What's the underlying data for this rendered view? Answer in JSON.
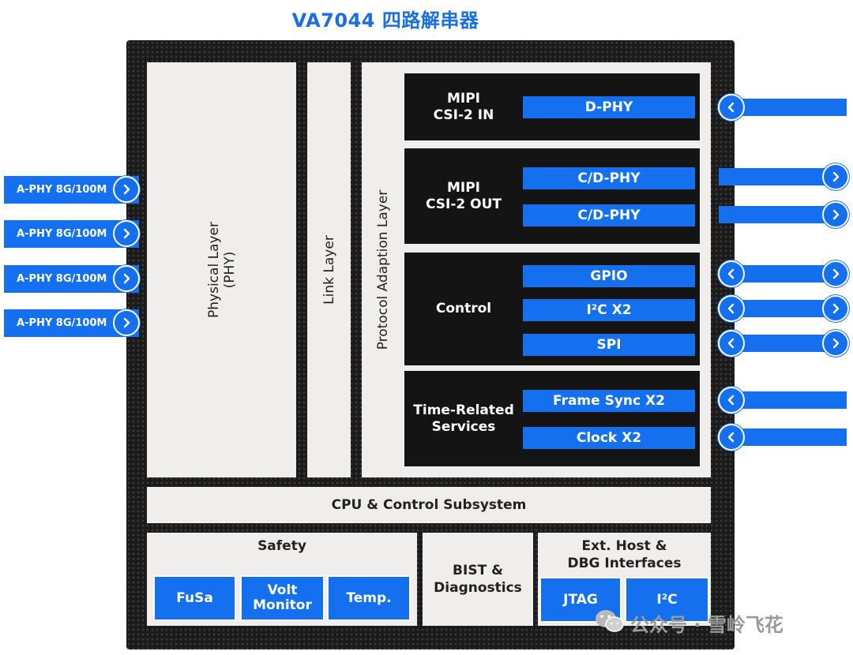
{
  "title": "VA7044 四路解串器",
  "layers": {
    "phy": "Physical Layer\n(PHY)",
    "link": "Link Layer",
    "protocol": "Protocol Adaption Layer"
  },
  "blocks": {
    "csi_in": {
      "label": "MIPI\nCSI-2 IN",
      "buttons": [
        "D-PHY"
      ]
    },
    "csi_out": {
      "label": "MIPI\nCSI-2 OUT",
      "buttons": [
        "C/D-PHY",
        "C/D-PHY"
      ]
    },
    "control": {
      "label": "Control",
      "buttons": [
        "GPIO",
        "I²C X2",
        "SPI"
      ]
    },
    "time": {
      "label": "Time-Related\nServices",
      "buttons": [
        "Frame Sync X2",
        "Clock X2"
      ]
    }
  },
  "cpu": "CPU & Control Subsystem",
  "safety": {
    "title": "Safety",
    "items": [
      "FuSa",
      "Volt\nMonitor",
      "Temp."
    ]
  },
  "bist": "BIST &\nDiagnostics",
  "ext": {
    "title": "Ext. Host &\nDBG Interfaces",
    "items": [
      "JTAG",
      "I²C"
    ]
  },
  "inputs": [
    "A-PHY 8G/100M",
    "A-PHY 8G/100M",
    "A-PHY 8G/100M",
    "A-PHY 8G/100M"
  ],
  "watermark": "公众号 · 雪岭飞花",
  "colors": {
    "accent": "#1570ef",
    "chip": "#1b1b1b",
    "panel": "#efeeec",
    "title": "#1a6ee0"
  }
}
